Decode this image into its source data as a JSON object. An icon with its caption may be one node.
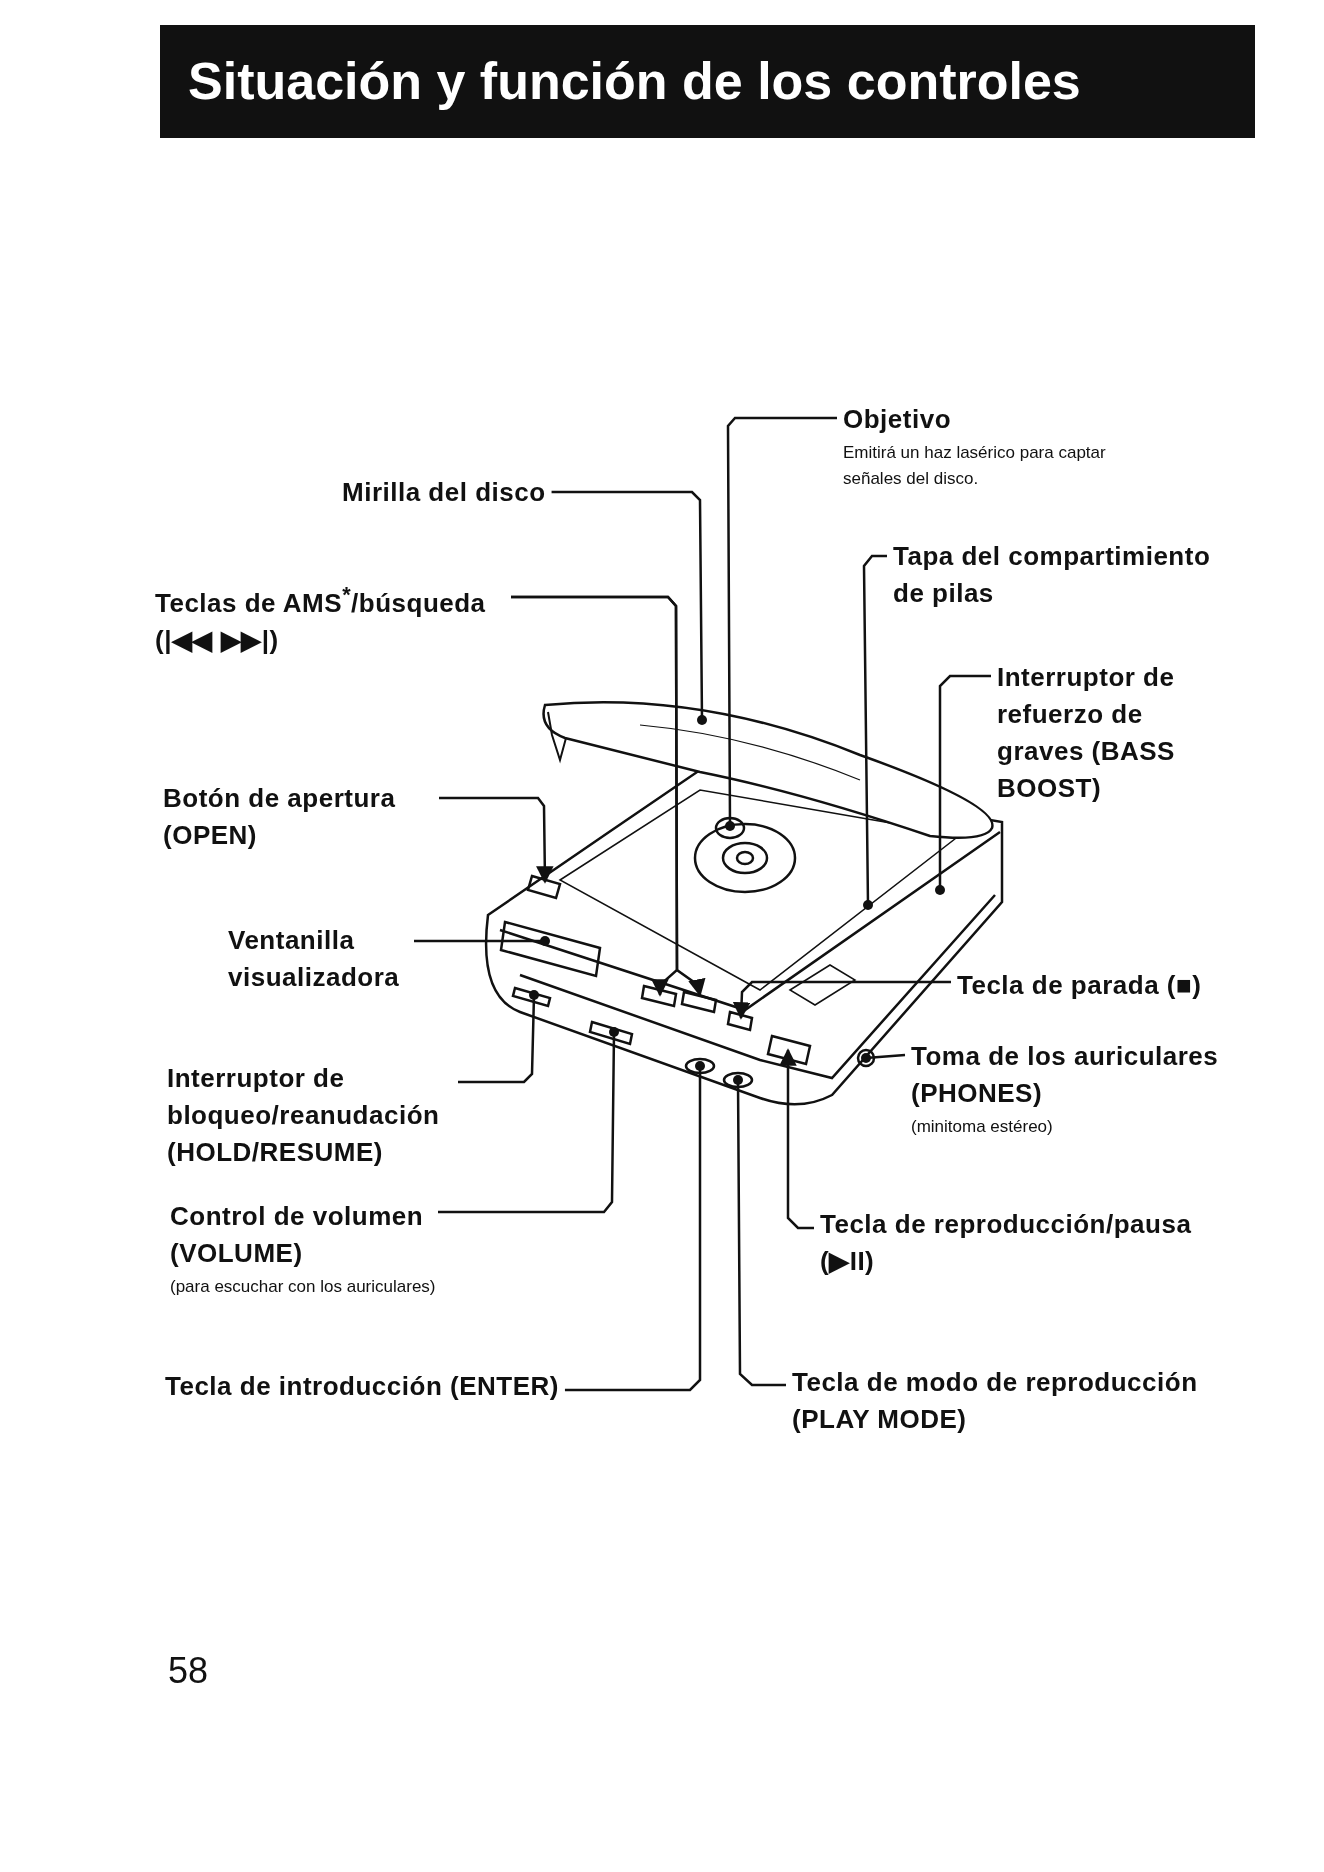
{
  "diagram": {
    "title": "Situación y función de los controles",
    "nodes": [
      {
        "text": [
          "Mirilla del disco"
        ]
      },
      {
        "text": [
          "Objetivo",
          "Emitirá un haz lasérico para captar señales del disco."
        ]
      },
      {
        "text": [
          "Tapa del compartimiento de pilas"
        ]
      },
      {
        "text": [
          "Teclas de AMS$^{*}$/búsqueda (|◀◀ ▶▶|)"
        ]
      },
      {
        "text": [
          "Interruptor de refuerzo de graves (BASS BOOST)"
        ]
      },
      {
        "text": [
          "Botón de apertura (OPEN)"
        ]
      },
      {
        "text": [
          "Ventanilla visualizadora"
        ]
      },
      {
        "text": [
          "Tecla de parada (■)"
        ]
      },
      {
        "text": [
          "Interruptor de bloqueo/reanudación (HOLD/RESUME)"
        ]
      },
      {
        "text": [
          "Toma de los auriculares (PHONES)",
          "(minitoma estéreo)"
        ]
      },
      {
        "text": [
          "Control de volumen (VOLUME)",
          "(para escuchar con los auriculares)"
        ]
      },
      {
        "text": [
          "Tecla de reproducción/pausa (▶II)"
        ]
      },
      {
        "text": [
          "Tecla de introducción (ENTER)"
        ]
      },
      {
        "text": [
          "Tecla de modo de reproducción (PLAY MODE)"
        ]
      }
    ],
    "edges": [
      {
        "from": 0,
        "to": null,
        "arrow": "other"
      },
      {
        "from": 1,
        "to": null,
        "arrow": "other"
      },
      {
        "from": 2,
        "to": null,
        "arrow": "other"
      },
      {
        "from": 3,
        "to": null,
        "arrow": "to"
      },
      {
        "from": 3,
        "to": null,
        "arrow": "to"
      },
      {
        "from": 4,
        "to": null,
        "arrow": "other"
      },
      {
        "from": 5,
        "to": null,
        "arrow": "to"
      },
      {
        "from": 6,
        "to": null,
        "arrow": "other"
      },
      {
        "from": 7,
        "to": null,
        "arrow": "to"
      },
      {
        "from": 8,
        "to": null,
        "arrow": "other"
      },
      {
        "from": 9,
        "to": null,
        "arrow": "other"
      },
      {
        "from": 10,
        "to": null,
        "arrow": "other"
      },
      {
        "from": 11,
        "to": null,
        "arrow": "to"
      },
      {
        "from": 12,
        "to": null,
        "arrow": "other"
      },
      {
        "from": 13,
        "to": null,
        "arrow": "other"
      }
    ],
    "labels": [
      "58"
    ]
  }
}
